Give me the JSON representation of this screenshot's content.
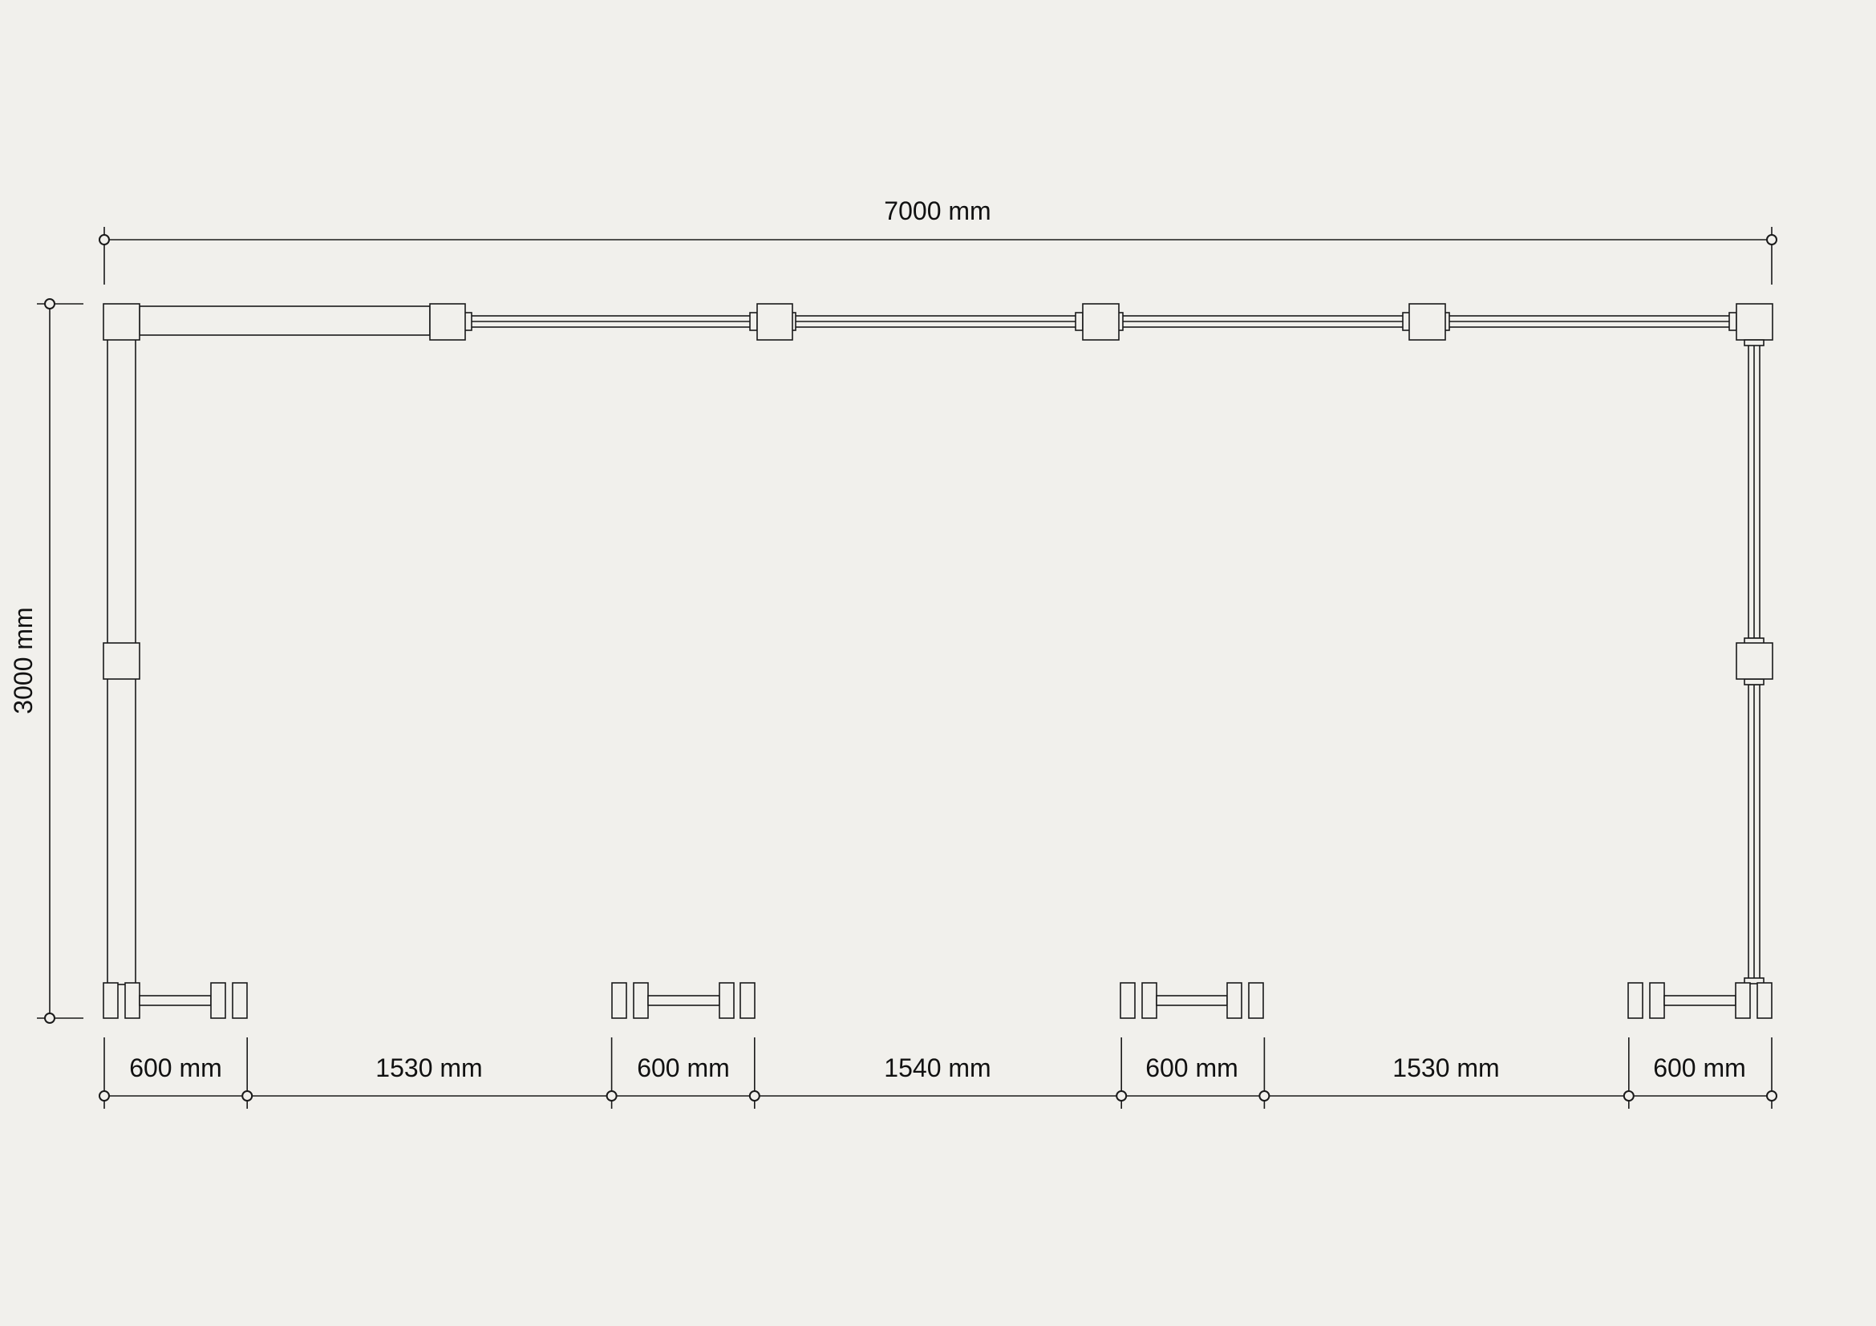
{
  "colors": {
    "background": "#f1f0ec",
    "line": "#1a1a1a",
    "text": "#111111"
  },
  "dimensions": {
    "overall_width": "7000 mm",
    "overall_depth": "3000 mm",
    "bottom_segments": [
      {
        "label": "600 mm",
        "value_mm": 600
      },
      {
        "label": "1530 mm",
        "value_mm": 1530
      },
      {
        "label": "600 mm",
        "value_mm": 600
      },
      {
        "label": "1540 mm",
        "value_mm": 1540
      },
      {
        "label": "600 mm",
        "value_mm": 600
      },
      {
        "label": "1530 mm",
        "value_mm": 1530
      },
      {
        "label": "600 mm",
        "value_mm": 600
      }
    ]
  }
}
